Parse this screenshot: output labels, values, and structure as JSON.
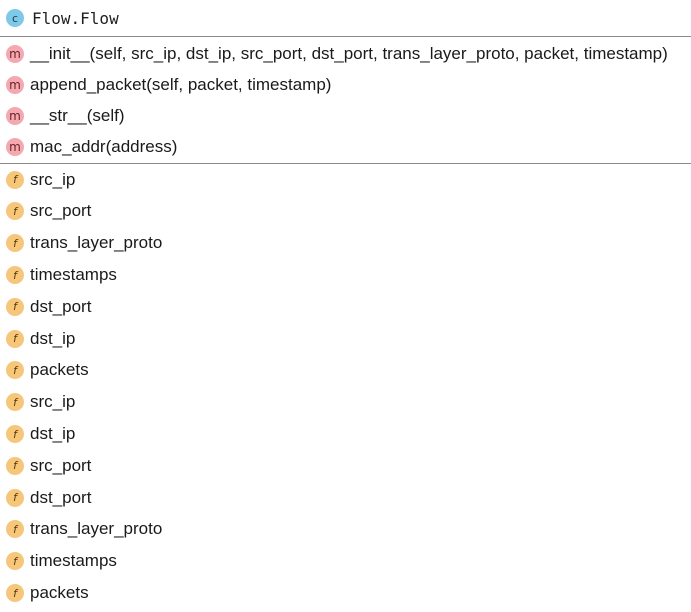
{
  "class": {
    "badge": "c",
    "name": "Flow.Flow"
  },
  "methods": [
    {
      "badge": "m",
      "label": "__init__(self, src_ip, dst_ip, src_port, dst_port, trans_layer_proto, packet, timestamp)"
    },
    {
      "badge": "m",
      "label": "append_packet(self, packet, timestamp)"
    },
    {
      "badge": "m",
      "label": "__str__(self)"
    },
    {
      "badge": "m",
      "label": "mac_addr(address)"
    }
  ],
  "fields": [
    {
      "badge": "f",
      "label": "src_ip"
    },
    {
      "badge": "f",
      "label": "src_port"
    },
    {
      "badge": "f",
      "label": "trans_layer_proto"
    },
    {
      "badge": "f",
      "label": "timestamps"
    },
    {
      "badge": "f",
      "label": "dst_port"
    },
    {
      "badge": "f",
      "label": "dst_ip"
    },
    {
      "badge": "f",
      "label": "packets"
    },
    {
      "badge": "f",
      "label": "src_ip"
    },
    {
      "badge": "f",
      "label": "dst_ip"
    },
    {
      "badge": "f",
      "label": "src_port"
    },
    {
      "badge": "f",
      "label": "dst_port"
    },
    {
      "badge": "f",
      "label": "trans_layer_proto"
    },
    {
      "badge": "f",
      "label": "timestamps"
    },
    {
      "badge": "f",
      "label": "packets"
    }
  ],
  "colors": {
    "class_badge": "#7ec8e8",
    "method_badge": "#f4a8b0",
    "field_badge": "#f6c77a",
    "divider": "#8a8a8a"
  }
}
